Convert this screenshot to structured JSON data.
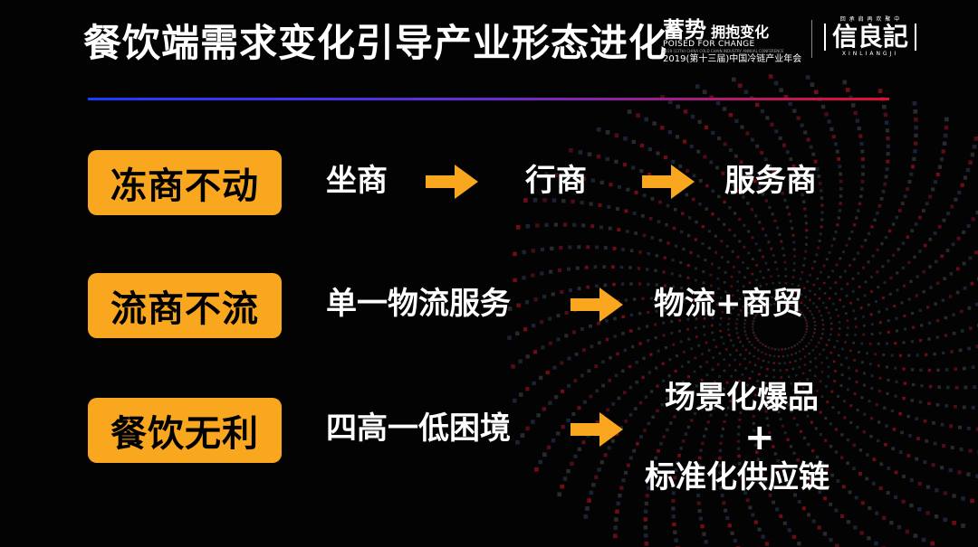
{
  "title": "餐饮端需求变化引导产业形态进化",
  "conference": {
    "main": "蓄势",
    "slogan_cn": "拥抱变化",
    "slogan_en": "POISED FOR CHANGE",
    "tiny_line": "2019 (13TH) CHINA COLD CHAIN INDUSTRY ANNUAL CONFERENCE",
    "year_line": "2019(第十三届)中国冷链产业年会"
  },
  "brand": {
    "sub": "回 承 肩 再 欢 聚 中",
    "name": "信良記",
    "pinyin": "XINLIANGJI"
  },
  "colors": {
    "tag_bg": "#f9a71e",
    "arrow": "#f9a71e",
    "rule_left": "#1b3cff",
    "rule_right": "#e0102a"
  },
  "rows": [
    {
      "tag": "冻商不动",
      "items": [
        "坐商",
        "行商",
        "服务商"
      ]
    },
    {
      "tag": "流商不流",
      "items": [
        "单一物流服务",
        "物流+商贸"
      ]
    },
    {
      "tag": "餐饮无利",
      "items": [
        "四高一低困境"
      ],
      "result": {
        "line1": "场景化爆品",
        "plus": "+",
        "line2": "标准化供应链"
      }
    }
  ]
}
